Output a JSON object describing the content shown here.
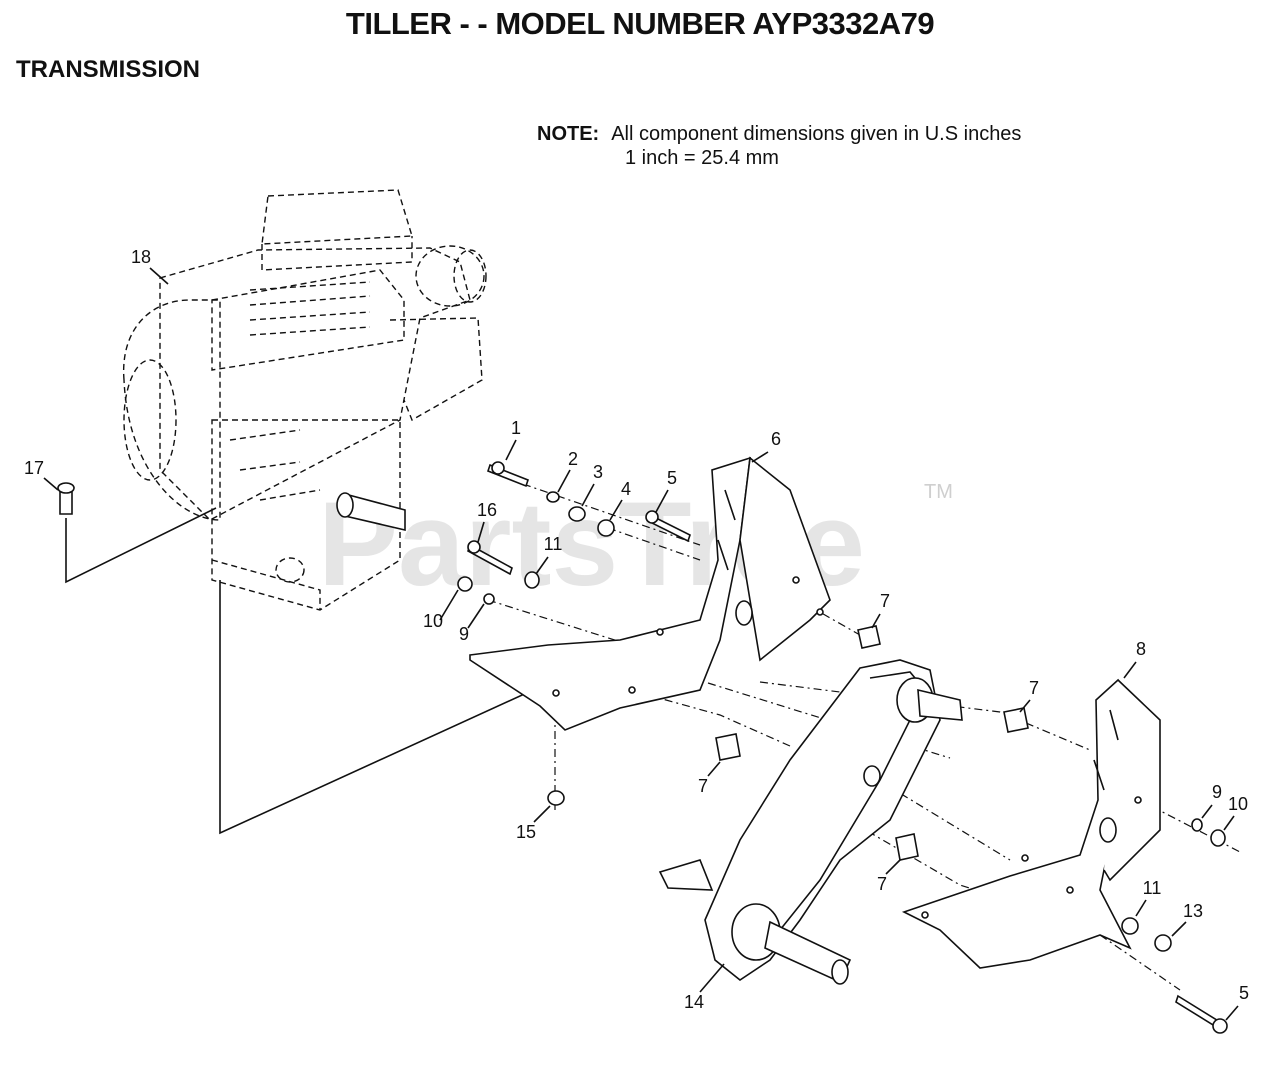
{
  "header": {
    "title": "TILLER - - MODEL NUMBER AYP3332A79",
    "section": "TRANSMISSION"
  },
  "note": {
    "label": "NOTE:",
    "line1": "All component dimensions given in U.S  inches",
    "line2": "1 inch = 25.4 mm"
  },
  "watermark": {
    "text": "PartsTree",
    "trademark": "TM"
  },
  "callouts": [
    "1",
    "2",
    "3",
    "4",
    "5",
    "6",
    "7",
    "7",
    "7",
    "7",
    "8",
    "9",
    "10",
    "11",
    "16",
    "10",
    "9",
    "15",
    "14",
    "11",
    "13",
    "5",
    "17",
    "18"
  ]
}
